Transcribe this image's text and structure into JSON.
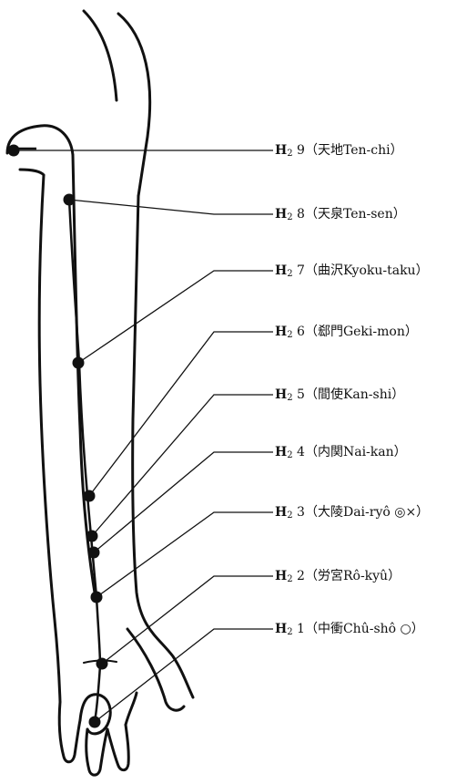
{
  "meridian_code": "H",
  "meridian_subscript": "2",
  "points": [
    {
      "number": "9",
      "text": "（天地Ten-chi）"
    },
    {
      "number": "8",
      "text": "（天泉Ten-sen）"
    },
    {
      "number": "7",
      "text": "（曲沢Kyoku-taku）"
    },
    {
      "number": "6",
      "text": "（郄門Geki-mon）"
    },
    {
      "number": "5",
      "text": "（間使Kan-shi）"
    },
    {
      "number": "4",
      "text": "（内関Nai-kan）"
    },
    {
      "number": "3",
      "text": "（大陵Dai-ryô ◎×）"
    },
    {
      "number": "2",
      "text": "（労宮Rô-kyû）"
    },
    {
      "number": "1",
      "text": "（中衝Chû-shô ○）"
    }
  ],
  "colors": {
    "ink": "#111111",
    "background": "#ffffff"
  }
}
